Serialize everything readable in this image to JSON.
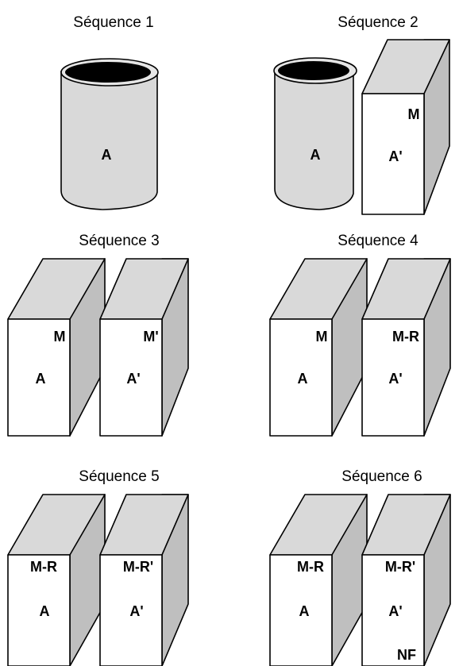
{
  "sequences": [
    {
      "title": "Séquence 1",
      "container": {
        "kind": "cylinder",
        "labels": [
          "A"
        ]
      }
    },
    {
      "title": "Séquence 2",
      "containers": [
        {
          "kind": "cylinder",
          "labels": [
            "A"
          ]
        },
        {
          "kind": "box",
          "labels": [
            "M",
            "A'"
          ]
        }
      ]
    },
    {
      "title": "Séquence 3",
      "containers": [
        {
          "kind": "box",
          "labels": [
            "M",
            "A"
          ]
        },
        {
          "kind": "box",
          "labels": [
            "M'",
            "A'"
          ]
        }
      ]
    },
    {
      "title": "Séquence 4",
      "containers": [
        {
          "kind": "box",
          "labels": [
            "M",
            "A"
          ]
        },
        {
          "kind": "box",
          "labels": [
            "M-R",
            "A'"
          ]
        }
      ]
    },
    {
      "title": "Séquence 5",
      "containers": [
        {
          "kind": "box",
          "labels": [
            "M-R",
            "A"
          ]
        },
        {
          "kind": "box",
          "labels": [
            "M-R'",
            "A'"
          ]
        }
      ]
    },
    {
      "title": "Séquence 6",
      "containers": [
        {
          "kind": "box",
          "labels": [
            "M-R",
            "A"
          ]
        },
        {
          "kind": "box",
          "labels": [
            "M-R'",
            "A'",
            "NF"
          ]
        }
      ]
    }
  ],
  "colors": {
    "front": "#ffffff",
    "top": "#d9d9d9",
    "side": "#bfbfbf",
    "outline": "#000000"
  }
}
